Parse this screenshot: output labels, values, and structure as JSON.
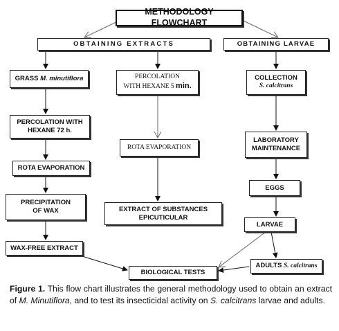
{
  "title": "METHODOLOGY FLOWCHART",
  "nodes": {
    "obtaining_extracts": "OBTAINING EXTRACTS",
    "obtaining_larvae": "OBTAINING LARVAE",
    "grass_prefix": "GRASS",
    "grass_species": "M. minutiflora",
    "percolation_5_line1": "PERCOLATION",
    "percolation_5_line2": "WITH HEXANE 5",
    "percolation_5_unit": "min.",
    "collection": "COLLECTION",
    "collection_species": "S. calcitrans",
    "percolation_72": "PERCOLATION WITH",
    "percolation_72_b": "HEXANE 72 h.",
    "rota_evap_1": "ROTA EVAPORATION",
    "rota_evap_2": "ROTA EVAPORATION",
    "lab_maintenance_1": "LABORATORY",
    "lab_maintenance_2": "MAINTENANCE",
    "eggs": "EGGS",
    "precipitation_1": "PRECIPITATION",
    "precipitation_2": "OF WAX",
    "extract_epicuticular_1": "EXTRACT OF SUBSTANCES",
    "extract_epicuticular_2": "EPICUTICULAR",
    "larvae": "LARVAE",
    "wax_free": "WAX-FREE EXTRACT",
    "biological_tests": "BIOLOGICAL TESTS",
    "adults_prefix": "ADULTS",
    "adults_species": "S. calcitrans"
  },
  "caption": {
    "label": "Figure 1.",
    "text_1": " This flow chart illustrates the general methodology used to obtain an extract of ",
    "species_1": "M. Minutiflora,",
    "text_2": " and to test its insecticidal activity on ",
    "species_2": "S. calcitrans",
    "text_3": " larvae and adults."
  }
}
